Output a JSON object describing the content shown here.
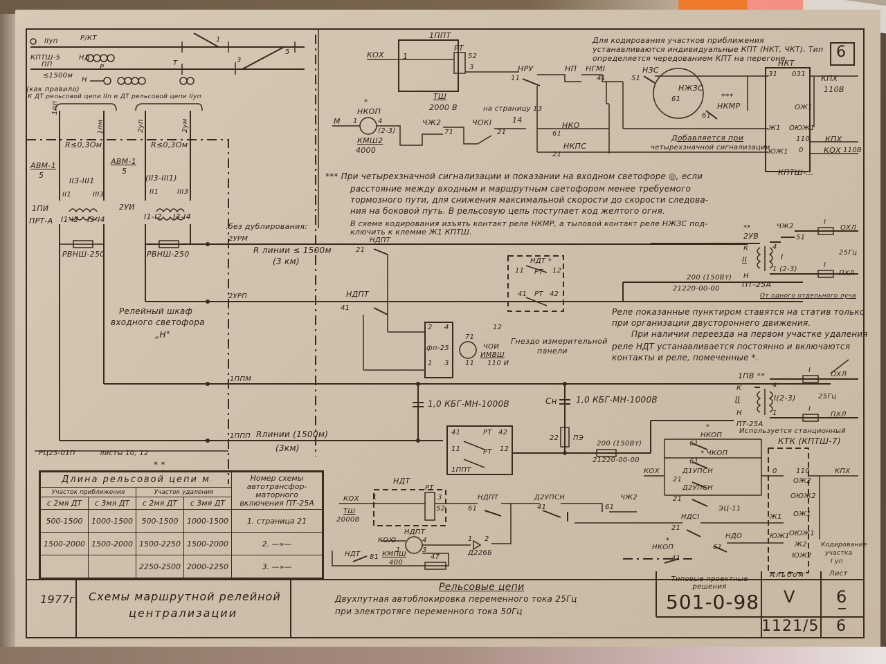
{
  "sheet_marker": "6",
  "track_plan": {
    "upper_track": "IIуп",
    "relay_rkt": "Р/КТ",
    "kpt": "КПТШ-5",
    "pp": "ПП",
    "nd": "НД",
    "h": "Н",
    "distance": "≤1500м",
    "as_rule": "(как правило)",
    "note": "К ДТ рельсовой цепи IIп и ДТ рельсовой цепи IIуп",
    "switches": [
      "1",
      "3",
      "5"
    ],
    "t": "Т",
    "p": "Р"
  },
  "feeders": {
    "cable_labels": [
      "1пп",
      "1пм",
      "2уп",
      "2ум"
    ],
    "r_limit_1": "R≤0,3Ом",
    "r_limit_2": "R≤0,3Ом",
    "avm_1": "АВМ-1",
    "avm_1_sub": "5",
    "avm_2": "АВМ-1",
    "avm_2_sub": "5",
    "winding_1": "II3-III1",
    "winding_2": "(II3-III1)",
    "w_ii1": "II1",
    "w_iii3": "III3",
    "w_i_1": "I1-I2",
    "w_i_2": "I3-I4",
    "transformer_1": "1ПИ",
    "transformer_1_type": "ПРТ-А",
    "transformer_2": "2УИ",
    "resistor_1": "РВНШ-250",
    "resistor_2": "РВНШ-250",
    "without_dup": ".без дублирования:",
    "line_r": "R линии ≤ 1500м",
    "line_km": "(3 км)",
    "line_r2": "Rлинии (1500м)",
    "line_km2": "(3км)",
    "cabinet_1": "Релейный шкаф",
    "cabinet_2": "входного светофора",
    "cabinet_3": "„Н\"",
    "terminals": [
      "2УРМ",
      "2УРП",
      "1ППМ",
      "1ППП"
    ],
    "rc_ref": "РЦ25-01П",
    "sheets_ref": "листы 10, 12",
    "double_star": "**"
  },
  "coding": {
    "title_ppt": "1ППТ",
    "kox": "КОХ",
    "rt": "РТ",
    "rt_pins": [
      "1",
      "52",
      "3"
    ],
    "tsh": "ТШ",
    "tsh_v": "2000 В",
    "nkop_star": "*",
    "nkop": "НКОП",
    "nkop_pins": [
      "1",
      "4",
      "(2-3)"
    ],
    "m": "М",
    "kmsh": "КМШ2",
    "kmsh_val": "4000",
    "chzh2": "ЧЖ2",
    "chzh2_pin": "71",
    "choki": "ЧОКI",
    "choki_pin": "21",
    "to_page": "на страницу 13",
    "to_page_pin": "14",
    "nru": "НРУ",
    "nru_pin": "11",
    "np": "НП",
    "ngm": "НГМI",
    "ngm_pin": "41",
    "nzs": "НЗС",
    "nzs_pin": "51",
    "nzhzs": "НЖЗС",
    "nzhzs_pin": "61",
    "nkmr": "НКМР",
    "nkmr_pin": "61",
    "triple_star": "***",
    "nko": "НКО",
    "nko_pin": "61",
    "nkps": "НКПС",
    "nkps_pin": "21",
    "added_note_1": "Добавляется при",
    "added_note_2": "четырехзначной сигнализации",
    "nkt": "НКТ",
    "nkt_pins_left": [
      "31",
      "Ж1",
      "ЮЖ1"
    ],
    "nkt_pins_right": [
      "031",
      "ОЖ1",
      "ОЮЖ1",
      "110",
      "0"
    ],
    "kpx": "КПХ",
    "v110": "110В",
    "kpx2": "КПХ",
    "kox2": "КОХ",
    "v110b": "110В",
    "kptsh": "КПТШ-..."
  },
  "notes": {
    "top_right": "Для кодирования участков приближения устанавливаются индивидуальные КПТ (НКТ, ЧКТ). Тип определяется чередованием КПТ на перегоне.",
    "triple_star_line1": "*** При четырехзначной сигнализации и показании на входном светофоре ◎, если",
    "triple_star_line2": "расстояние между входным и маршрутным светофором менее требуемого",
    "triple_star_line3": "тормозного пути, для снижения максимальной скорости до скорости следова-",
    "triple_star_line4": "ния на боковой путь. В рельсовую цепь поступает код желтого огня.",
    "triple_star_line5": "В схеме кодирования изъять контакт реле НКМР, а тыловой контакт реле НЖЗС под-",
    "triple_star_line6": "ключить к клемме Ж1 КПТШ.",
    "dotted_relays_1": "Реле показанные пунктиром ставятся на статив только",
    "dotted_relays_2": "при организации двустороннего движения.",
    "crossing_1": "При наличии переезда на первом участке удаления",
    "crossing_2": "реле НДТ устанавливается постоянно и включаются",
    "crossing_3": "контакты и реле, помеченные *."
  },
  "middle": {
    "ndpt": "НДПТ",
    "ndpt_pin_a": "21",
    "ndpt2": "НДПТ",
    "ndpt_pin_b": "41",
    "ndt_star": "НДТ *",
    "rt": "РТ",
    "rt_pins": [
      "11",
      "12",
      "41",
      "42"
    ],
    "fp25": "фп-25",
    "fp_pins": [
      "2",
      "4",
      "1",
      "3"
    ],
    "choi": "ЧОИ",
    "imvsh": "ИМВШ",
    "v110": "110 И",
    "pin71": "71",
    "pin11": "11",
    "pin12": "12",
    "socket_1": "Гнездо измерительной",
    "socket_2": "панели"
  },
  "right_top_tx": {
    "stars": "**",
    "name": "2УВ",
    "k": "К",
    "h": "Н",
    "ii": "II",
    "i": "I",
    "pin4": "4",
    "pin1": "1 (2-3)",
    "type": "ПТ-25А",
    "chzh2": "ЧЖ2",
    "chzh2_pin": "51",
    "r": "200 (150Вт)",
    "r_code": "21220-00-00",
    "oxl": "ОХЛ",
    "pxl": "ПХЛ",
    "hz": "25Гц",
    "fuse": "I",
    "from_beam": "От одного отдельного луча"
  },
  "right_bot_tx": {
    "name": "1ПВ **",
    "k": "К",
    "h": "Н",
    "ii": "II",
    "i": "I(2-3)",
    "pin4": "4",
    "pin1": "1",
    "type": "ПТ-25А",
    "oxl": "ОХЛ",
    "pxl": "ПХЛ",
    "hz": "25Гц",
    "fuse": "I"
  },
  "lower_mid": {
    "cap1": "1,0 КБГ-МН-1000В",
    "cn": "Сн",
    "cap2": "1,0 КБГ-МН-1000В",
    "pe": "ПЭ",
    "pe_val": "22",
    "r": "200 (150Вт)",
    "r_code": "21220-00-00",
    "rt_box": "1ППТ",
    "rt": "РТ",
    "rt_pins": [
      "41",
      "42",
      "11",
      "12"
    ]
  },
  "lower_left_ckt": {
    "ndt": "НДТ",
    "kox": "КОХ",
    "tsh": "ТШ",
    "tsh_v": "2000В",
    "rt": "РТ",
    "rt_pins": [
      "1",
      "3",
      "52"
    ],
    "ndpt": "НДПТ",
    "ndpt_pin": "61",
    "ndpt2": "НДПТ",
    "ndpt2_pins": [
      "2",
      "4",
      "1",
      "3"
    ],
    "kox2": "КОХ",
    "kmpsh": "КМПШ",
    "kmpsh_val": "400",
    "ndt2": "НДТ",
    "ndt2_pin": "81",
    "r47": "47",
    "diode": "Д226Б",
    "diode_pins": [
      "1",
      "2"
    ],
    "d2upsn": "Д2УПСН",
    "d2upsn_pin": "41",
    "chzh2": "ЧЖ2",
    "chzh2_pin": "61"
  },
  "ktk": {
    "used": "Используется станционный",
    "name": "КТК (КПТШ-7)",
    "nkop_star": "*",
    "nkop": "НКОП",
    "nkop_pin": "61",
    "chkop": "* ЧКОП",
    "chkop_pin": "61",
    "kox": "КОХ",
    "d1upsn": "Д1УПСН",
    "d1upsn_pin": "21",
    "d2upsn": "Д2УПСН",
    "d2upsn_pin": "21",
    "ets": "ЭЦ-11",
    "ndsi": "НДСI",
    "ndsi_pin": "21",
    "ndo": "НДО",
    "ndo_pin": "61",
    "nkop2_star": "*",
    "nkop2": "НКОП",
    "nkop2_pin": "41",
    "pins_left": [
      "0",
      "Ж1",
      "ЮЖ1"
    ],
    "pins_right": [
      "110",
      "ОЖ2",
      "ОЮЖ2",
      "ОЖ1",
      "ОЮЖ1",
      "Ж2",
      "ЮЖ2"
    ],
    "kpx": "КПХ",
    "coding_1": "Кодирование",
    "coding_2": "участка",
    "coding_3": "I уп"
  },
  "table": {
    "stars": "* *",
    "header_main": "Длина рельсовой цепи м",
    "header_scheme": "Номер схемы автотрансфор-маторного включения ПТ-25А",
    "sub_approach": "Участок приближения",
    "sub_removal": "Участок удаления",
    "cols": [
      "с 2мя ДТ",
      "с 3мя ДТ",
      "с 2мя ДТ",
      "с 3мя ДТ"
    ],
    "rows": [
      {
        "a2": "500-1500",
        "a3": "1000-1500",
        "r2": "500-1500",
        "r3": "1000-1500",
        "scheme": "1. страница 21"
      },
      {
        "a2": "1500-2000",
        "a3": "1500-2000",
        "r2": "1500-2250",
        "r3": "1500-2000",
        "scheme": "2.  —»—"
      },
      {
        "a2": "",
        "a3": "",
        "r2": "2250-2500",
        "r3": "2000-2250",
        "scheme": "3.  —»—"
      }
    ]
  },
  "title_block": {
    "year": "1977г.",
    "system_1": "Схемы маршрутной релейной",
    "system_2": "централизации",
    "section": "Рельсовые цепи",
    "desc_1": "Двухпутная автоблокировка переменного тока 25Гц",
    "desc_2": "при электротяге переменного тока 50Гц",
    "typical_label": "Типовые проектные решения",
    "typical_code": "501-0-98",
    "album_label": "Альбом",
    "album_value": "V",
    "sheet_label": "Лист",
    "sheet_value": "6",
    "inventory": "1121/5",
    "sheet_value2": "6"
  }
}
